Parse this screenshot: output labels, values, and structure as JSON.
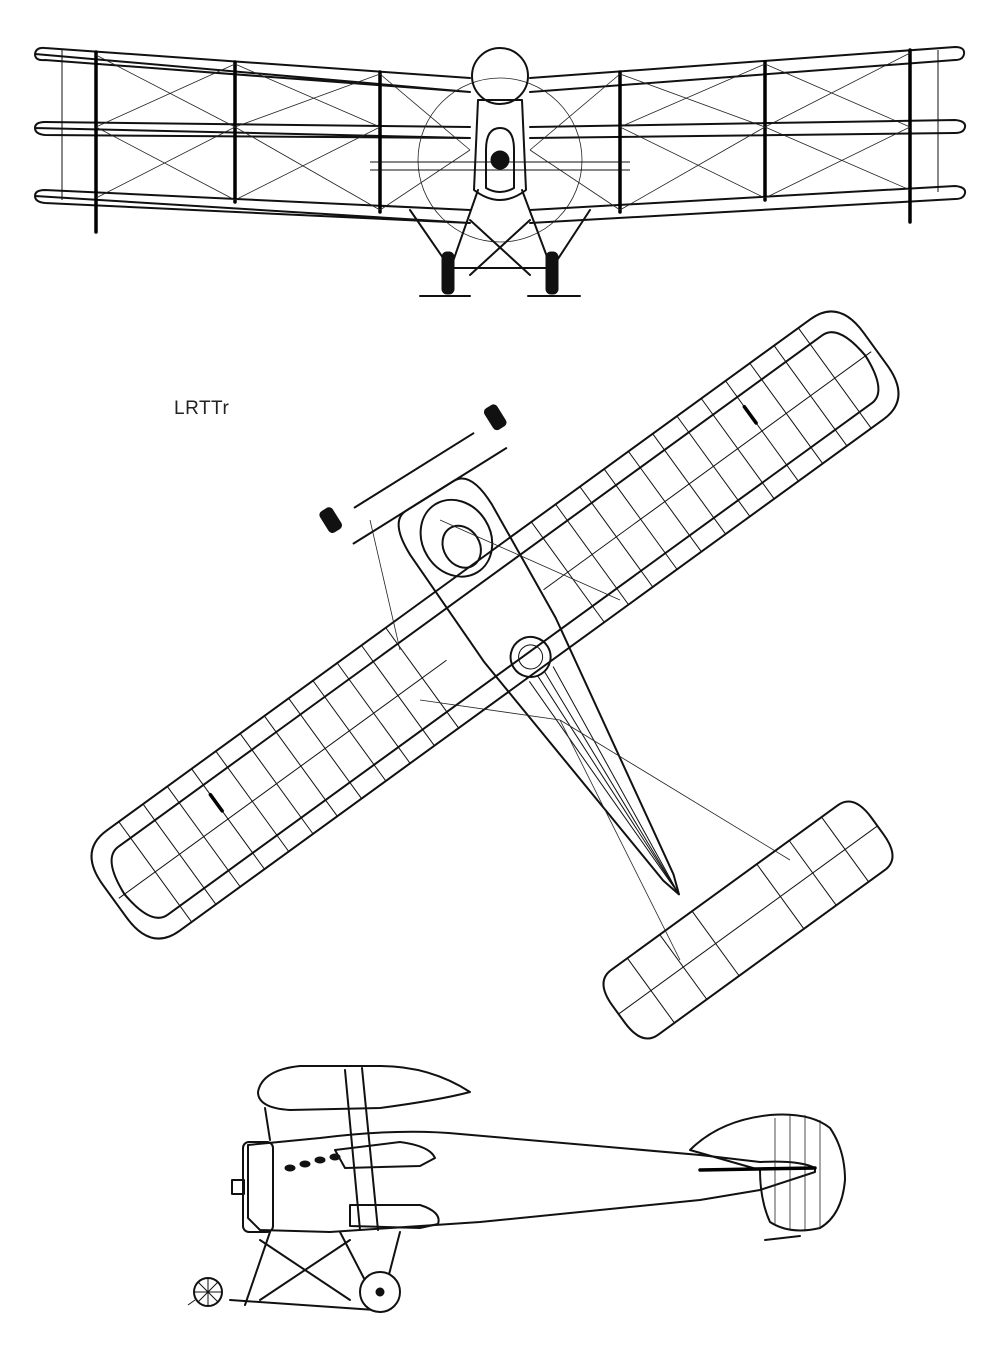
{
  "drawing": {
    "label": "LRTTr",
    "views": [
      "front-view",
      "top-view",
      "side-view"
    ],
    "ink_color": "#111111",
    "background": "#ffffff"
  }
}
